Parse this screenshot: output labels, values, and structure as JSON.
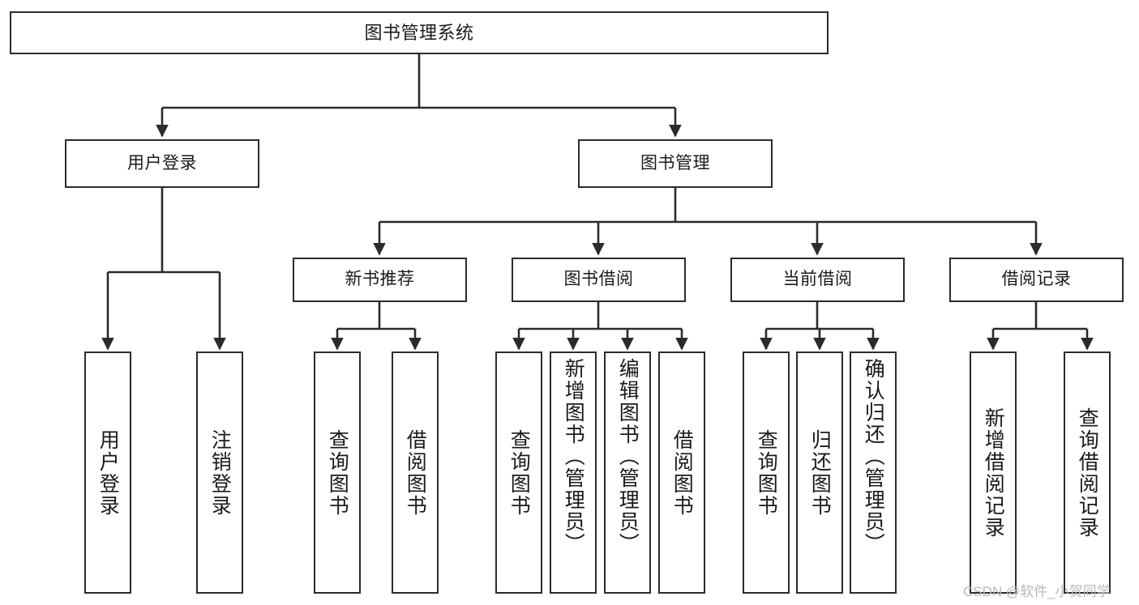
{
  "diagram": {
    "type": "tree-hierarchy-chart",
    "title": "图书管理系统",
    "colors": {
      "background": "#ffffff",
      "box_border": "#2b2b2b",
      "box_fill": "#ffffff",
      "text": "#1a1a1a",
      "connector": "#2b2b2b",
      "watermark": "#b9b9b9"
    },
    "levels": {
      "root": "图书管理系统",
      "level2": [
        "用户登录",
        "图书管理"
      ],
      "level3": [
        "新书推荐",
        "图书借阅",
        "当前借阅",
        "借阅记录"
      ]
    },
    "nodes": {
      "root": {
        "label": "图书管理系统"
      },
      "user_login": {
        "label": "用户登录"
      },
      "book_manage": {
        "label": "图书管理"
      },
      "new_book_rec": {
        "label": "新书推荐"
      },
      "book_borrow": {
        "label": "图书借阅"
      },
      "current_borrow": {
        "label": "当前借阅"
      },
      "borrow_record": {
        "label": "借阅记录"
      },
      "leaf_user_login": {
        "label": "用户登录"
      },
      "leaf_logout": {
        "label": "注销登录"
      },
      "leaf_query_book_1": {
        "label": "查询图书"
      },
      "leaf_borrow_book_1": {
        "label": "借阅图书"
      },
      "leaf_query_book_2": {
        "label": "查询图书"
      },
      "leaf_add_book": {
        "label": "新增图书（管理员）"
      },
      "leaf_edit_book": {
        "label": "编辑图书（管理员）"
      },
      "leaf_borrow_book_2": {
        "label": "借阅图书"
      },
      "leaf_query_book_3": {
        "label": "查询图书"
      },
      "leaf_return_book": {
        "label": "归还图书"
      },
      "leaf_confirm_return": {
        "label": "确认归还（管理员）"
      },
      "leaf_add_record": {
        "label": "新增借阅记录"
      },
      "leaf_query_record": {
        "label": "查询借阅记录"
      }
    },
    "edges": [
      {
        "from": "root",
        "to": "user_login"
      },
      {
        "from": "root",
        "to": "book_manage"
      },
      {
        "from": "user_login",
        "to": "leaf_user_login"
      },
      {
        "from": "user_login",
        "to": "leaf_logout"
      },
      {
        "from": "book_manage",
        "to": "new_book_rec"
      },
      {
        "from": "book_manage",
        "to": "book_borrow"
      },
      {
        "from": "book_manage",
        "to": "current_borrow"
      },
      {
        "from": "book_manage",
        "to": "borrow_record"
      },
      {
        "from": "new_book_rec",
        "to": "leaf_query_book_1"
      },
      {
        "from": "new_book_rec",
        "to": "leaf_borrow_book_1"
      },
      {
        "from": "book_borrow",
        "to": "leaf_query_book_2"
      },
      {
        "from": "book_borrow",
        "to": "leaf_add_book"
      },
      {
        "from": "book_borrow",
        "to": "leaf_edit_book"
      },
      {
        "from": "book_borrow",
        "to": "leaf_borrow_book_2"
      },
      {
        "from": "current_borrow",
        "to": "leaf_query_book_3"
      },
      {
        "from": "current_borrow",
        "to": "leaf_return_book"
      },
      {
        "from": "current_borrow",
        "to": "leaf_confirm_return"
      },
      {
        "from": "borrow_record",
        "to": "leaf_add_record"
      },
      {
        "from": "borrow_record",
        "to": "leaf_query_record"
      }
    ]
  },
  "watermark": {
    "text": "CSDN @软件_小贺同学"
  }
}
